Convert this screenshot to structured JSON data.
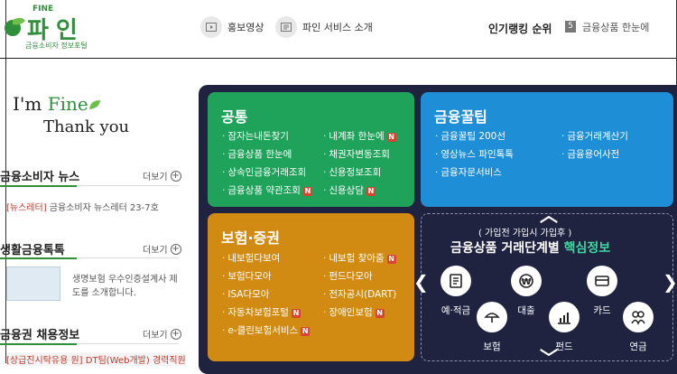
{
  "logo": {
    "fine": "FINE",
    "main": "파인",
    "sub": "금융소비자 정보포털"
  },
  "header": {
    "video_label": "홍보영상",
    "services_label": "파인 서비스 소개",
    "ranking_label": "인기랭킹 순위",
    "ranking_number": "5",
    "ranking_item": "금융상품 한눈에"
  },
  "intro": {
    "im": "I'm ",
    "fine": "Fine",
    "thank": "Thank you"
  },
  "left": {
    "more_label": "더보기",
    "sections": [
      {
        "title": "금융소비자 뉴스"
      },
      {
        "title": "생활금융톡톡"
      },
      {
        "title": "금융권 채용정보"
      }
    ],
    "news_tag": "[뉴스레터]",
    "news_text": " 금융소비자 뉴스레터 23-7호",
    "talk_text": "생명보험 우수인증설계사 제도를 소개합니다.",
    "bottom_tag": "[상급진시탁유용 원] DT팀(Web개발) 경력직원"
  },
  "panel": {
    "common": {
      "title": "공통",
      "items": [
        "잠자는내돈찾기",
        "내계좌 한눈에",
        "금융상품 한눈에",
        "채권자변동조회",
        "상속인금융거래조회",
        "신용정보조회",
        "금융상품 약관조회",
        "신용상담"
      ]
    },
    "tips": {
      "title": "금융꿀팁",
      "items": [
        "금융꿀팁 200선",
        "금융거래계산기",
        "영상뉴스 파인톡톡",
        "금융용어사전",
        "금융자문서비스"
      ]
    },
    "insurance": {
      "title": "보험·증권",
      "items": [
        "내보험다보여",
        "내보험 찾아줌",
        "보험다모아",
        "펀드다모아",
        "ISA다모아",
        "전자공시(DART)",
        "자동차보험포털",
        "장애인보험",
        "e-클린보험서비스"
      ]
    },
    "core": {
      "subtitle": "( 가입전 가입시 가입후 )",
      "title_a": "금융상품 거래단계별 ",
      "title_b": "핵심정보",
      "categories": [
        "예·적금",
        "대출",
        "카드",
        "보험",
        "펀드",
        "연금"
      ]
    },
    "badge": "N"
  }
}
